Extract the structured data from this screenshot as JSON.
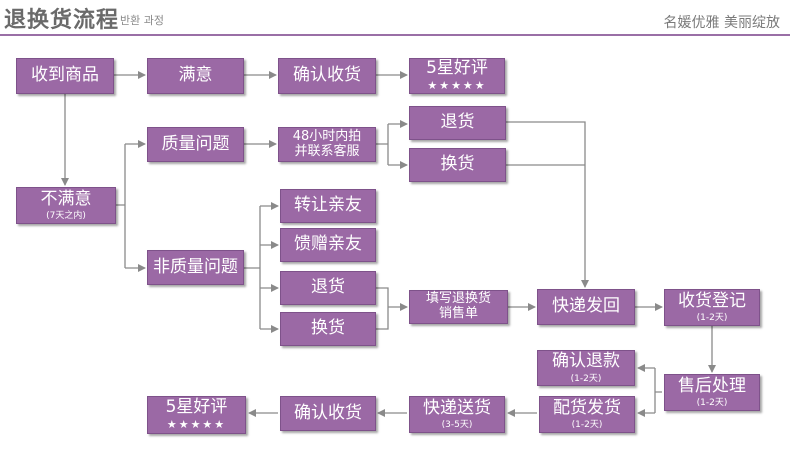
{
  "header": {
    "title": "退换货流程",
    "subtitle": "반환 과정",
    "slogan": "名媛优雅 美丽绽放"
  },
  "nodes": {
    "receive": "收到商品",
    "satisfied": "满意",
    "confirm_top": "确认收货",
    "five_star_top": "5星好评",
    "stars_top": "★★★★★",
    "dissatisfied": "不满意",
    "dissatisfied_note": "(7天之内)",
    "quality": "质量问题",
    "service_48_line1": "48小时内拍",
    "service_48_line2": "并联系客服",
    "return_q": "退货",
    "exchange_q": "换货",
    "non_quality": "非质量问题",
    "transfer": "转让亲友",
    "gift": "馈赠亲友",
    "return_n": "退货",
    "exchange_n": "换货",
    "fill_form_line1": "填写退换货",
    "fill_form_line2": "销售单",
    "express_back": "快递发回",
    "register": "收货登记",
    "register_note": "(1-2天)",
    "after_sales": "售后处理",
    "after_sales_note": "(1-2天)",
    "confirm_refund": "确认退款",
    "confirm_refund_note": "(1-2天)",
    "ship": "配货发货",
    "ship_note": "(1-2天)",
    "express_send": "快递送货",
    "express_send_note": "(3-5天)",
    "confirm_bottom": "确认收货",
    "five_star_bottom": "5星好评",
    "stars_bottom": "★★★★★"
  },
  "colors": {
    "box": "#9b69a5",
    "line": "#8a8a8a",
    "accent_rule": "#9a6fa6"
  }
}
